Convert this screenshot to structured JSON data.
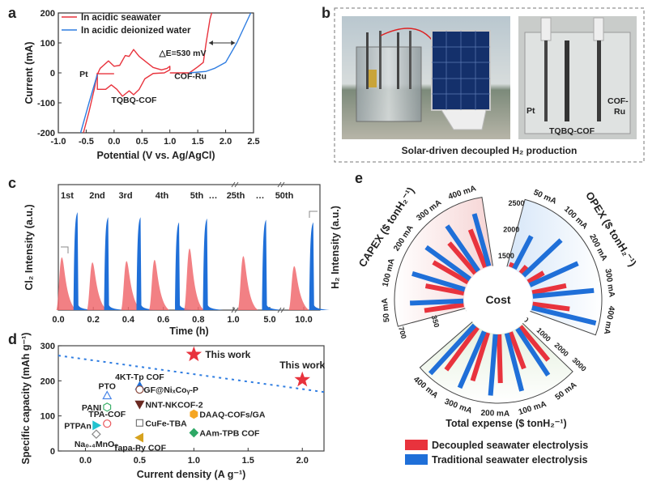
{
  "panel_letters": [
    "a",
    "b",
    "c",
    "d",
    "e"
  ],
  "chart_data": [
    {
      "id": "a",
      "type": "line",
      "xlabel": "Potential (V vs. Ag/AgCl)",
      "ylabel": "Current (mA)",
      "xlim": [
        -1.0,
        2.5
      ],
      "ylim": [
        -200,
        200
      ],
      "xticks": [
        "-1.0",
        "-0.5",
        "0.0",
        "0.5",
        "1.0",
        "1.5",
        "2.0",
        "2.5"
      ],
      "yticks": [
        "200",
        "100",
        "0",
        "-100",
        "-200"
      ],
      "legend": [
        "In acidic seawater",
        "In acidic deionized water"
      ],
      "colors": [
        "#e8333d",
        "#2f7de1"
      ],
      "annotations": {
        "pt": "Pt",
        "tqbq": "TQBQ-COF",
        "cofru": "COF-Ru",
        "delta": "△E=530 mV"
      },
      "series": [
        {
          "name": "In acidic seawater",
          "segments": [
            [
              [
                -0.55,
                -200
              ],
              [
                -0.45,
                -130
              ],
              [
                -0.35,
                -50
              ],
              [
                -0.3,
                0
              ]
            ],
            [
              [
                -0.3,
                -3
              ],
              [
                0.0,
                -3
              ]
            ],
            [
              [
                -0.3,
                -5
              ],
              [
                -0.25,
                15
              ],
              [
                -0.1,
                40
              ],
              [
                0.0,
                22
              ],
              [
                0.1,
                25
              ],
              [
                0.2,
                58
              ],
              [
                0.27,
                55
              ],
              [
                0.35,
                78
              ],
              [
                0.45,
                55
              ],
              [
                0.55,
                40
              ],
              [
                0.7,
                18
              ],
              [
                0.85,
                10
              ],
              [
                0.95,
                15
              ],
              [
                1.0,
                22
              ],
              [
                1.0,
                10
              ],
              [
                0.9,
                0
              ],
              [
                0.7,
                -2
              ],
              [
                0.55,
                -20
              ],
              [
                0.45,
                -55
              ],
              [
                0.35,
                -73
              ],
              [
                0.27,
                -60
              ],
              [
                0.15,
                -78
              ],
              [
                0.05,
                -55
              ],
              [
                -0.05,
                -40
              ],
              [
                -0.15,
                -55
              ],
              [
                -0.3,
                -55
              ],
              [
                -0.3,
                -5
              ]
            ],
            [
              [
                1.0,
                0
              ],
              [
                1.35,
                0
              ],
              [
                1.5,
                20
              ],
              [
                1.6,
                35
              ],
              [
                1.65,
                100
              ],
              [
                1.72,
                180
              ],
              [
                1.75,
                200
              ]
            ]
          ]
        },
        {
          "name": "In acidic deionized water",
          "segments": [
            [
              [
                -0.6,
                -200
              ],
              [
                -0.45,
                -100
              ],
              [
                -0.3,
                -5
              ]
            ],
            [
              [
                1.35,
                0
              ],
              [
                1.65,
                5
              ],
              [
                1.8,
                15
              ],
              [
                2.0,
                35
              ],
              [
                2.2,
                100
              ],
              [
                2.45,
                200
              ]
            ]
          ]
        }
      ]
    },
    {
      "id": "c",
      "type": "area",
      "xlabel": "Time (h)",
      "ylabel_left": "Cl₂ Intensity (a.u.)",
      "ylabel_right": "H₂ Intensity (a.u.)",
      "xticks": [
        0.0,
        0.2,
        0.4,
        0.6,
        0.8,
        1.0,
        5.0,
        10.0
      ],
      "xtick_labels": [
        "0.0",
        "0.2",
        "0.4",
        "0.6",
        "0.8",
        "1.0",
        "5.0",
        "10.0"
      ],
      "cycle_labels": [
        "1st",
        "2nd",
        "3rd",
        "4th",
        "5th",
        "…",
        "25th",
        "…",
        "50th"
      ],
      "colors": {
        "Cl2": "#f06a6e",
        "H2": "#1f6fd8"
      },
      "peaks": [
        {
          "gas": "Cl2",
          "t": 0.02,
          "h": 0.42
        },
        {
          "gas": "H2",
          "t": 0.11,
          "h": 0.78
        },
        {
          "gas": "Cl2",
          "t": 0.195,
          "h": 0.38
        },
        {
          "gas": "H2",
          "t": 0.285,
          "h": 0.74
        },
        {
          "gas": "Cl2",
          "t": 0.39,
          "h": 0.39
        },
        {
          "gas": "H2",
          "t": 0.47,
          "h": 0.74
        },
        {
          "gas": "Cl2",
          "t": 0.55,
          "h": 0.4
        },
        {
          "gas": "H2",
          "t": 0.69,
          "h": 0.7
        },
        {
          "gas": "Cl2",
          "t": 0.75,
          "h": 0.49
        },
        {
          "gas": "H2",
          "t": 0.85,
          "h": 0.73
        },
        {
          "gas": "Cl2",
          "t": 2.1,
          "h": 0.43
        },
        {
          "gas": "H2",
          "t": 4.6,
          "h": 0.72
        },
        {
          "gas": "Cl2",
          "t": 8.6,
          "h": 0.35
        },
        {
          "gas": "H2",
          "t": 11.4,
          "h": 0.7
        }
      ]
    },
    {
      "id": "d",
      "type": "scatter",
      "xlabel": "Current density (A g⁻¹)",
      "ylabel": "Specific capacity (mAh g⁻¹)",
      "xlim": [
        -0.25,
        2.2
      ],
      "ylim": [
        0,
        300
      ],
      "xticks": [
        "0.0",
        "0.5",
        "1.0",
        "1.5",
        "2.0"
      ],
      "yticks": [
        "300",
        "200",
        "100",
        "0"
      ],
      "trend_line": [
        [
          -0.25,
          272
        ],
        [
          2.2,
          168
        ]
      ],
      "points": [
        {
          "label": "This work",
          "x": 1.0,
          "y": 275,
          "marker": "star",
          "color": "#e8333d"
        },
        {
          "label": "This work",
          "x": 2.0,
          "y": 203,
          "marker": "star",
          "color": "#e8333d"
        },
        {
          "label": "4KT-Tp COF",
          "x": 0.5,
          "y": 185,
          "marker": "triangle-up",
          "color": "#1f6fd8"
        },
        {
          "label": "GF@NiₓCoᵧ-P",
          "x": 0.5,
          "y": 175,
          "marker": "circle-open",
          "color": "#8b4a3c"
        },
        {
          "label": "PTO",
          "x": 0.2,
          "y": 158,
          "marker": "triangle-open",
          "color": "#4a86e8"
        },
        {
          "label": "PANI",
          "x": 0.2,
          "y": 125,
          "marker": "hexagon-open",
          "color": "#3cb06a"
        },
        {
          "label": "NNT-NKCOF-2",
          "x": 0.5,
          "y": 133,
          "marker": "triangle-down",
          "color": "#6b2a22"
        },
        {
          "label": "DAAQ-COFs/GA",
          "x": 1.0,
          "y": 105,
          "marker": "hexagon",
          "color": "#f5a623"
        },
        {
          "label": "TPA-COF",
          "x": 0.2,
          "y": 78,
          "marker": "circle-open",
          "color": "#e8555a"
        },
        {
          "label": "CuFe-TBA",
          "x": 0.5,
          "y": 80,
          "marker": "square-open",
          "color": "#777777"
        },
        {
          "label": "PTPAn",
          "x": 0.1,
          "y": 73,
          "marker": "triangle-right",
          "color": "#22c3cf"
        },
        {
          "label": "AAm-TPB COF",
          "x": 1.0,
          "y": 52,
          "marker": "diamond",
          "color": "#2ea866"
        },
        {
          "label": "Na₀.₄MnO₂",
          "x": 0.1,
          "y": 48,
          "marker": "diamond-open",
          "color": "#888888"
        },
        {
          "label": "Tapa-Py COF",
          "x": 0.5,
          "y": 38,
          "marker": "triangle-left",
          "color": "#d6a21e"
        }
      ]
    },
    {
      "id": "e",
      "type": "bar",
      "subtype": "radial",
      "center_label": "Cost",
      "categories": [
        "50 mA",
        "100 mA",
        "200 mA",
        "300 mA",
        "400 mA"
      ],
      "legend": [
        "Decoupled seawater electrolysis",
        "Traditional seawater electrolysis"
      ],
      "colors": [
        "#e8333d",
        "#1f6fd8"
      ],
      "groups": [
        {
          "title": "CAPEX ($ tonH₂⁻¹)",
          "range": [
            0,
            700
          ],
          "ticks": [
            "0",
            "350",
            "700"
          ],
          "tick_values": [
            0,
            350,
            700
          ],
          "series": [
            {
              "name": "Decoupled seawater electrolysis",
              "values": [
                407,
                400,
                410,
                410,
                415
              ]
            },
            {
              "name": "Traditional seawater electrolysis",
              "values": [
                545,
                560,
                553,
                560,
                553
              ]
            }
          ]
        },
        {
          "title": "OPEX ($ tonH₂⁻¹)",
          "range": [
            1350,
            2650
          ],
          "ticks": [
            "1500",
            "2000",
            "2500"
          ],
          "tick_values": [
            1500,
            2000,
            2500
          ],
          "series": [
            {
              "name": "Decoupled seawater electrolysis",
              "values": [
                1450,
                1530,
                1700,
                2010,
                2060
              ]
            },
            {
              "name": "Traditional seawater electrolysis",
              "values": [
                2050,
                2330,
                2350,
                2510,
                2590
              ]
            }
          ]
        },
        {
          "title": "Total expense ($ tonH₂⁻¹)",
          "range": [
            0,
            3000
          ],
          "ticks": [
            "0",
            "1000",
            "2000",
            "3000"
          ],
          "tick_values": [
            0,
            1000,
            2000,
            3000
          ],
          "series": [
            {
              "name": "Decoupled seawater electrolysis",
              "values": [
                1920,
                1710,
                2130,
                2200,
                2300
              ]
            },
            {
              "name": "Traditional seawater electrolysis",
              "values": [
                2440,
                2600,
                2680,
                2680,
                2860
              ]
            }
          ]
        }
      ]
    }
  ],
  "photo_panel": {
    "caption": "Solar-driven decoupled H₂ production",
    "labels": {
      "pt": "Pt",
      "tqbq": "TQBQ-COF",
      "cofru_1": "COF-",
      "cofru_2": "Ru"
    }
  }
}
